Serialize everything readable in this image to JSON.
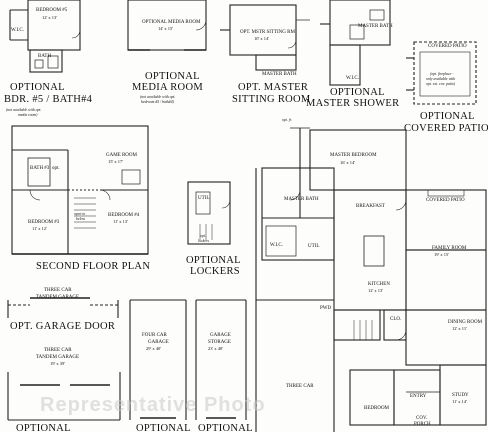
{
  "titles": {
    "opt_bdr5": [
      "OPTIONAL",
      "BDR. #5 / BATH#4"
    ],
    "opt_bdr5_note": [
      "(not available with opt.",
      "media room)"
    ],
    "opt_media": [
      "OPTIONAL",
      "MEDIA ROOM"
    ],
    "opt_media_note": [
      "(not available with opt.",
      "bedroom #5 / bath#4)"
    ],
    "opt_sitting": [
      "OPT. MASTER",
      "SITTING ROOM"
    ],
    "opt_shower": [
      "OPTIONAL",
      "MASTER SHOWER"
    ],
    "opt_patio": [
      "OPTIONAL",
      "COVERED PATIO"
    ],
    "second_floor": "SECOND FLOOR PLAN",
    "opt_lockers": [
      "OPTIONAL",
      "LOCKERS"
    ],
    "opt_garage_door": "OPT. GARAGE DOOR",
    "bottom_opt_1": "OPTIONAL",
    "bottom_opt_2": "OPTIONAL",
    "bottom_opt_3": "OPTIONAL"
  },
  "rooms": {
    "bedroom5": "BEDROOM #5",
    "bedroom5_dim": "12' x 13'",
    "wic_top": "W.I.C.",
    "bath_top": "BATH",
    "media_room": "OPTIONAL MEDIA ROOM",
    "media_dim": "14' x 15'",
    "sitting_rm": "OPT. MSTR SITTING RM",
    "sitting_dim": "10' x 14'",
    "master_bath_sit": "MASTER BATH",
    "master_bath_shower": "MASTER BATH",
    "wic_shower": "W.I.C.",
    "covered_patio_opt": "COVERED PATIO",
    "patio_note": [
      "(opt. fireplace -",
      "only available with",
      "opt. ext. cov. patio)"
    ],
    "game_room": "GAME ROOM",
    "game_dim": "15' x 17'",
    "bath3": "BATH #3",
    "opt": "opt.",
    "bedroom3": "BEDROOM #3",
    "bedroom3_dim": "11' x 12'",
    "open_below": [
      "open to",
      "below"
    ],
    "bedroom4": "BEDROOM #4",
    "bedroom4_dim": "11' x 13'",
    "util": "UTIL",
    "opt_lockers_small": [
      "opt.",
      "lockers"
    ],
    "three_car_tandem": [
      "THREE CAR",
      "TANDEM GARAGE"
    ],
    "three_car_tandem2": [
      "THREE CAR",
      "TANDEM GARAGE"
    ],
    "tandem2_dim": "19' x 39'",
    "four_car": [
      "FOUR CAR",
      "GARAGE"
    ],
    "four_car_dim": "29' x 40'",
    "garage_storage": [
      "GARAGE",
      "STORAGE"
    ],
    "storage_dim": "23' x 40'",
    "master_bedroom": "MASTER BEDROOM",
    "master_dim": "16' x 14'",
    "master_bath": "MASTER BATH",
    "wic_main": "W.I.C.",
    "util_main": "UTIL",
    "breakfast": "BREAKFAST",
    "covered_patio": "COVERED PATIO",
    "family_room": "FAMILY ROOM",
    "family_dim": "19' x 15'",
    "kitchen": "KITCHEN",
    "kitchen_dim": "12' x 13'",
    "pwd": "PWD",
    "clo": "CLO.",
    "dining_room": "DINING ROOM",
    "dining_dim": "12' x 11'",
    "three_car_garage": "THREE CAR",
    "entry": "ENTRY",
    "study": "STUDY",
    "study_dim": "11' x 14'",
    "bedroom2": "BEDROOM",
    "cov_porch": [
      "COV.",
      "PORCH"
    ],
    "opt_fr": "opt. fr."
  },
  "watermark": "Representative Photo"
}
